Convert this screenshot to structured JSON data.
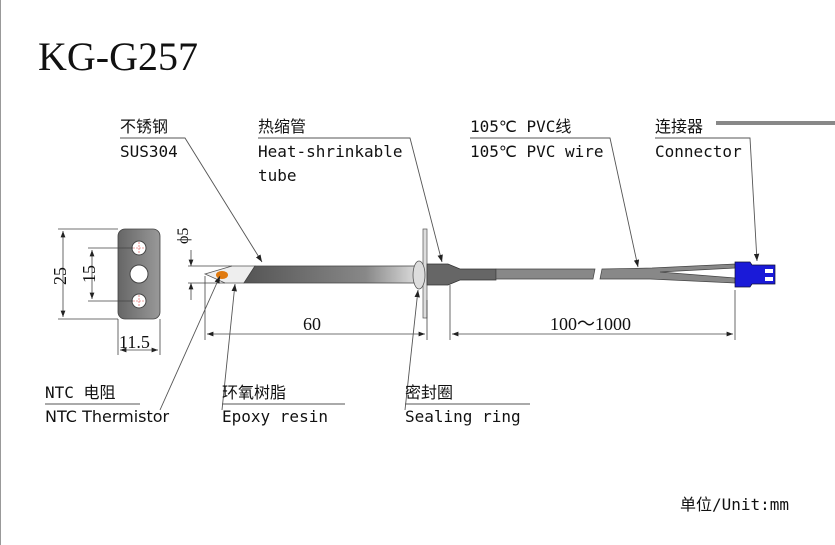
{
  "title": "KG-G257",
  "labels": {
    "steel_cn": "不锈钢",
    "steel_en": "SUS304",
    "shrink_cn": "热缩管",
    "shrink_en1": "Heat-shrinkable",
    "shrink_en2": "tube",
    "wire_cn": "105℃ PVC线",
    "wire_en": "105℃ PVC wire",
    "connector_cn": "连接器",
    "connector_en": "Connector",
    "ntc_cn": "NTC 电阻",
    "ntc_en": "NTC Thermistor",
    "epoxy_cn": "环氧树脂",
    "epoxy_en": "Epoxy resin",
    "seal_cn": "密封圈",
    "seal_en": "Sealing ring"
  },
  "dimensions": {
    "plate_height": "25",
    "hole_spacing": "15",
    "plate_width": "11.5",
    "diameter": "ϕ5",
    "probe_length": "60",
    "cable_length": "100～1000"
  },
  "unit": "单位/Unit:mm",
  "colors": {
    "connector": "#1a1ad8",
    "ntc": "#e07a10"
  }
}
